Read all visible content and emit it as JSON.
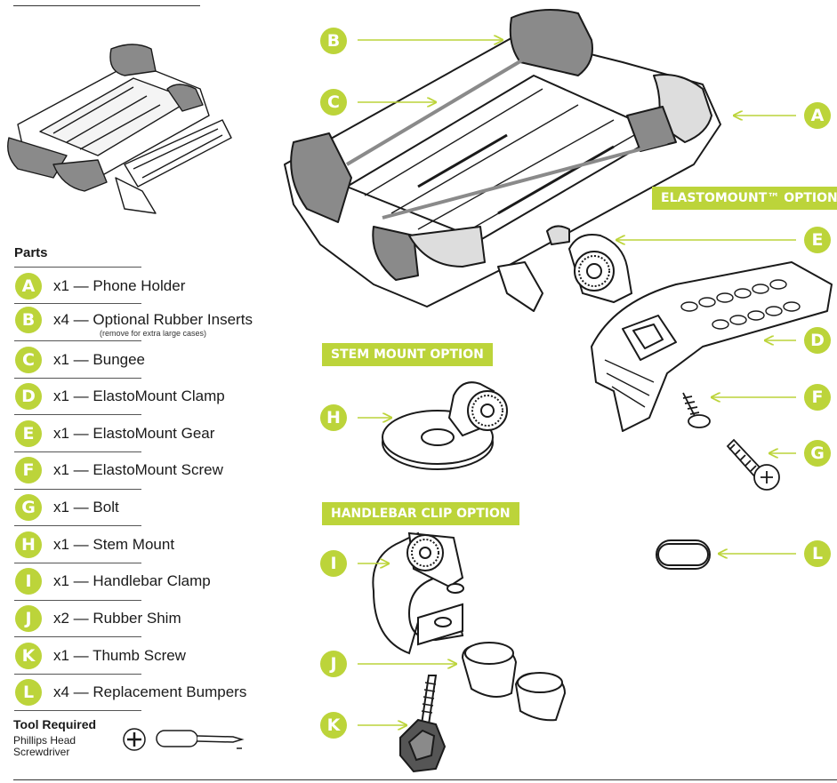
{
  "parts_heading": "Parts",
  "parts": [
    {
      "letter": "A",
      "text": "x1 — Phone Holder"
    },
    {
      "letter": "B",
      "text": "x4 — Optional Rubber Inserts"
    },
    {
      "letter": "C",
      "text": "x1 — Bungee"
    },
    {
      "letter": "D",
      "text": "x1 — ElastoMount Clamp"
    },
    {
      "letter": "E",
      "text": "x1 — ElastoMount Gear"
    },
    {
      "letter": "F",
      "text": "x1 — ElastoMount Screw"
    },
    {
      "letter": "G",
      "text": "x1 — Bolt"
    },
    {
      "letter": "H",
      "text": "x1 — Stem Mount"
    },
    {
      "letter": "I",
      "text": "x1 — Handlebar Clamp"
    },
    {
      "letter": "J",
      "text": "x2 — Rubber Shim"
    },
    {
      "letter": "K",
      "text": "x1 — Thumb Screw"
    },
    {
      "letter": "L",
      "text": "x4 — Replacement Bumpers"
    }
  ],
  "inserts_note": "(remove for extra large cases)",
  "tool": {
    "heading": "Tool Required",
    "line1": "Phillips Head",
    "line2": "Screwdriver"
  },
  "options": {
    "elastomount": "ELASTOMOUNT™ OPTION",
    "stem": "STEM MOUNT OPTION",
    "handlebar": "HANDLEBAR CLIP OPTION"
  },
  "diagram_labels": {
    "A": "A",
    "B": "B",
    "C": "C",
    "D": "D",
    "E": "E",
    "F": "F",
    "G": "G",
    "H": "H",
    "I": "I",
    "J": "J",
    "K": "K",
    "L": "L"
  },
  "colors": {
    "accent": "#bcd43a",
    "gray_insert": "#8a8a8a",
    "line": "#1a1a1a"
  }
}
